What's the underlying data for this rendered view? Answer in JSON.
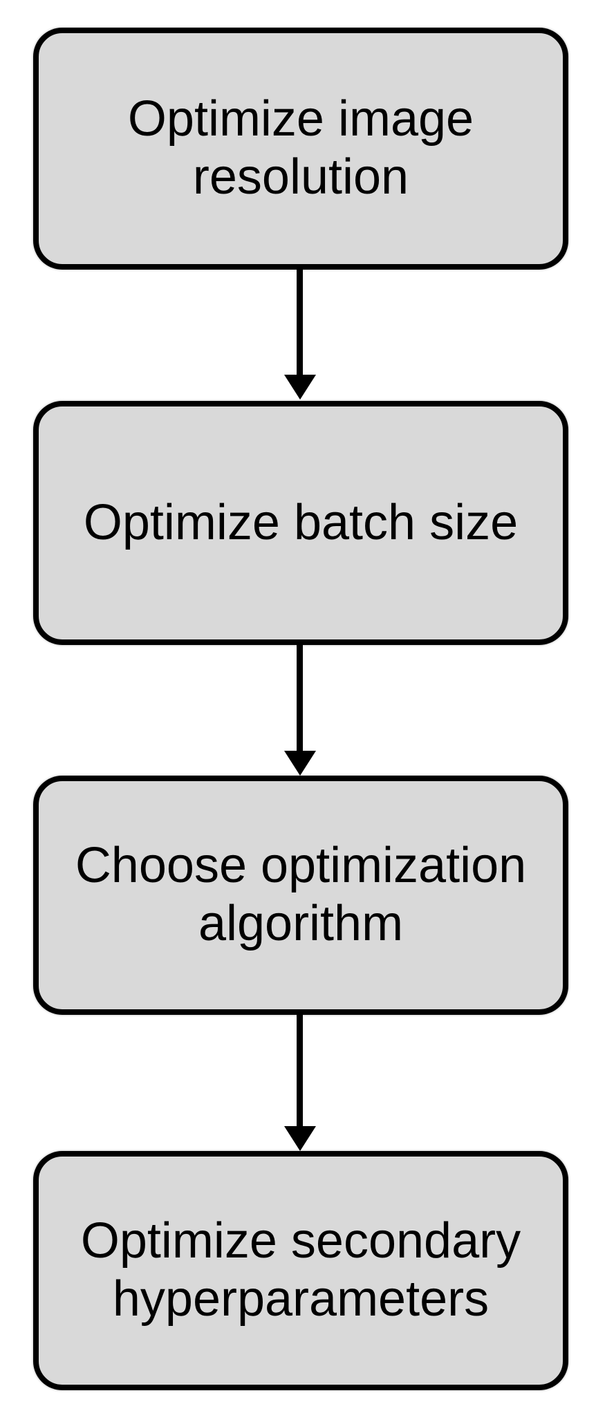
{
  "diagram": {
    "type": "flowchart",
    "direction": "top-down",
    "nodes": [
      {
        "id": "step-1",
        "label": "Optimize image resolution"
      },
      {
        "id": "step-2",
        "label": "Optimize batch size"
      },
      {
        "id": "step-3",
        "label": "Choose optimization algorithm"
      },
      {
        "id": "step-4",
        "label": "Optimize secondary hyperparameters"
      }
    ],
    "edges": [
      {
        "from": "step-1",
        "to": "step-2",
        "style": "arrow-down"
      },
      {
        "from": "step-2",
        "to": "step-3",
        "style": "arrow-down"
      },
      {
        "from": "step-3",
        "to": "step-4",
        "style": "arrow-down"
      }
    ],
    "colors": {
      "background": "#ffffff",
      "node_fill": "#d9d9d9",
      "node_border": "#000000",
      "text": "#000000",
      "arrow": "#000000"
    }
  }
}
